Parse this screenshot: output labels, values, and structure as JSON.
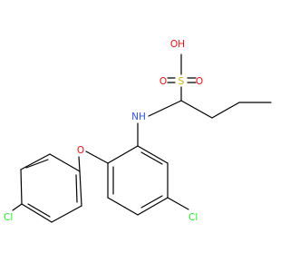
{
  "structure": {
    "atoms": {
      "hydroxyl": "OH",
      "sulfur": "S",
      "sulfonyl_oxygen_top": "O",
      "sulfonyl_oxygen_right": "O",
      "amine": "NH",
      "ether_oxygen": "O",
      "chlorine_left": "Cl",
      "chlorine_right": "Cl"
    },
    "colors": {
      "bond": "#000000",
      "oxygen": "#ff0d0d",
      "sulfur": "#c8b400",
      "nitrogen": "#3050f8",
      "chlorine": "#1ff01f",
      "background": "#ffffff"
    }
  }
}
